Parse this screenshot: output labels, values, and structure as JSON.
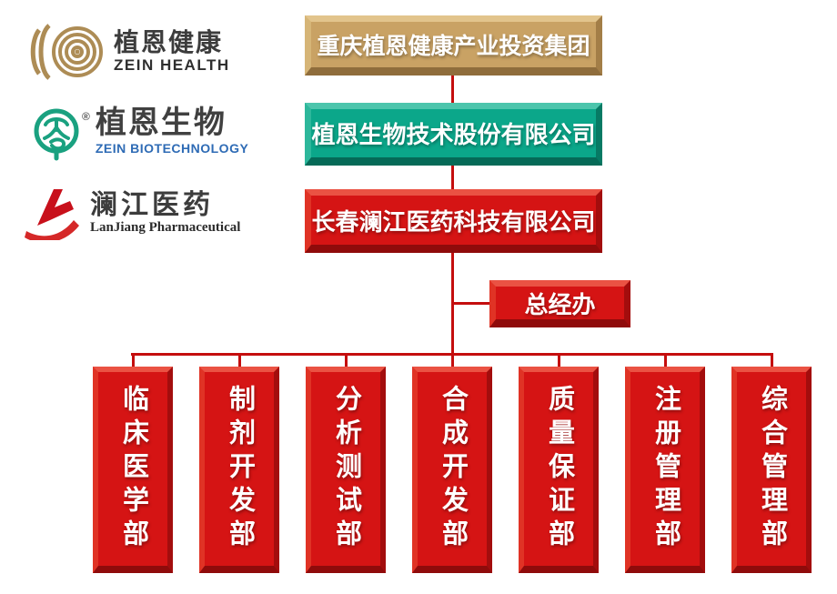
{
  "logos": [
    {
      "cn": "植恩健康",
      "en": "ZEIN HEALTH"
    },
    {
      "cn": "植恩生物",
      "en": "ZEIN BIOTECHNOLOGY",
      "reg": "®"
    },
    {
      "cn": "澜江医药",
      "en": "LanJiang Pharmaceutical"
    }
  ],
  "org_chart": {
    "group": {
      "label": "重庆植恩健康产业投资集团",
      "color": "#c9a264"
    },
    "company": {
      "label": "植恩生物技术股份有限公司",
      "color": "#0ba78a"
    },
    "subsidiary": {
      "label": "长春澜江医药科技有限公司",
      "color": "#d51414"
    },
    "office": {
      "label": "总经办",
      "color": "#d51414"
    },
    "departments": [
      {
        "label": "临床医学部"
      },
      {
        "label": "制剂开发部"
      },
      {
        "label": "分析测试部"
      },
      {
        "label": "合成开发部"
      },
      {
        "label": "质量保证部"
      },
      {
        "label": "注册管理部"
      },
      {
        "label": "综合管理部"
      }
    ],
    "connector_color": "#c40e0e"
  },
  "brand_colors": {
    "logo_gold": "#ad8c55",
    "logo_green": "#1aa180",
    "logo_red": "#c8101b",
    "biotech_blue": "#2e6bb5"
  }
}
